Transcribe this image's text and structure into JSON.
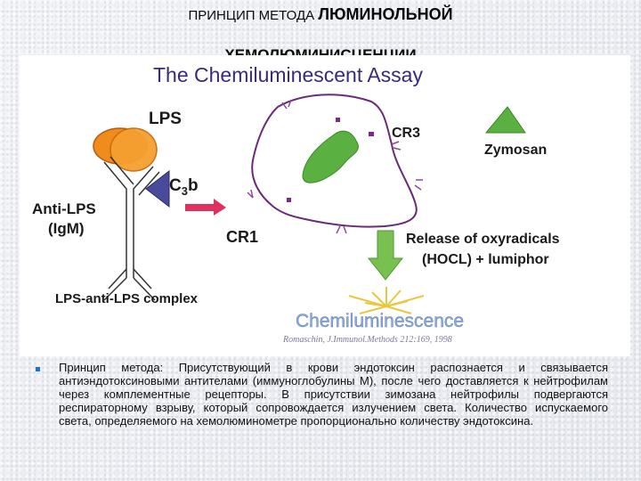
{
  "slide": {
    "title_part1": "ПРИНЦИП МЕТОДА ",
    "title_part2": "ЛЮМИНОЛЬНОЙ",
    "title_line2": "ХЕМОЛЮМИНИСЦЕНЦИИ"
  },
  "figure": {
    "heading": "The Chemiluminescent Assay",
    "labels": {
      "lps": "LPS",
      "c3b_c": "C",
      "c3b_sub": "3",
      "c3b_b": "b",
      "anti_lps_1": "Anti-LPS",
      "anti_lps_2": "(IgM)",
      "complex": "LPS-anti-LPS complex",
      "cr3": "CR3",
      "zymosan": "Zymosan",
      "cr1": "CR1",
      "release_1": "Release of oxyradicals",
      "release_2": "(HOCL) + lumiphor",
      "chemi": "Chemiluminescence",
      "citation": "Romaschin, J.Immunol.Methods 212:169, 1998"
    },
    "colors": {
      "heading": "#3a2a7a",
      "label_text": "#1a1a1a",
      "cell_outline": "#6a2a7a",
      "lps_orange": "#f08c1e",
      "arrow_red": "#e03060",
      "green": "#5ab040",
      "chemi_text": "#8aa8d8"
    }
  },
  "body_text": "Принцип метода: Присутствующий в крови эндотоксин распознается и связывается антиэндотоксиновыми антителами (иммуноглобулины М), после чего доставляется к нейтрофилам через комплементные рецепторы. В присутствии зимозана нейтрофилы подвергаются респираторному взрыву, который сопровождается излучением света. Количество испускаемого света, определяемого на хемолюминометре пропорционально количеству эндотоксина."
}
